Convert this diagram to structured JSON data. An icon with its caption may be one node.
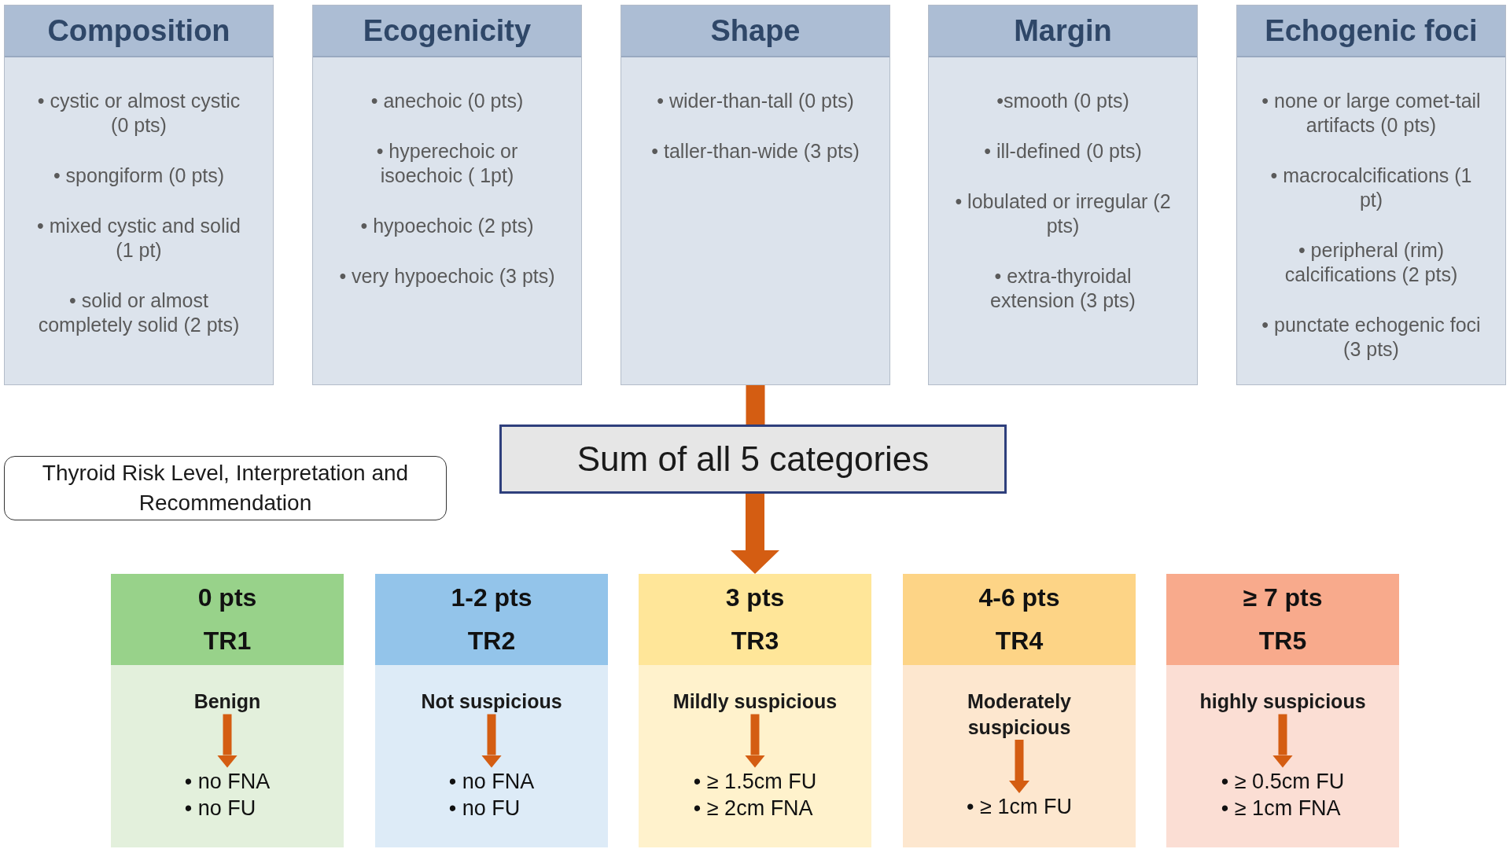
{
  "diagram": {
    "nodes": [
      {
        "text": [
          "Composition",
          "• cystic or almost cystic (0 pts)",
          "• spongiform (0 pts)",
          "• mixed cystic and solid (1 pt)",
          "• solid or almost completely solid (2 pts)"
        ]
      },
      {
        "text": [
          "Ecogenicity",
          "• anechoic (0 pts)",
          "• hyperechoic or isoechoic ( 1pt)",
          "• hypoechoic (2 pts)",
          "• very hypoechoic (3 pts)"
        ]
      },
      {
        "text": [
          "Shape",
          "• wider-than-tall (0 pts)",
          "• taller-than-wide (3 pts)"
        ]
      },
      {
        "text": [
          "Margin",
          "•smooth (0 pts)",
          "• ill-defined (0 pts)",
          "• lobulated or irregular (2 pts)",
          "• extra-thyroidal extension (3 pts)"
        ]
      },
      {
        "text": [
          "Echogenic foci",
          "• none or large comet-tail artifacts (0 pts)",
          "• macrocalcifications (1 pt)",
          "• peripheral (rim) calcifications (2 pts)",
          "• punctate echogenic foci (3 pts)"
        ]
      },
      {
        "text": [
          "Thyroid Risk Level, Interpretation and Recommendation"
        ]
      },
      {
        "text": [
          "Sum of all 5 categories"
        ]
      },
      {
        "text": [
          "0 pts",
          "TR1"
        ]
      },
      {
        "text": [
          "Benign"
        ],
        "in": 7
      },
      {
        "text": [
          "• no FNA",
          "• no FU"
        ],
        "in": 7
      },
      {
        "text": [
          "1-2 pts",
          "TR2"
        ]
      },
      {
        "text": [
          "Not suspicious"
        ],
        "in": 10
      },
      {
        "text": [
          "• no FNA",
          "• no FU"
        ],
        "in": 10
      },
      {
        "text": [
          "3 pts",
          "TR3"
        ]
      },
      {
        "text": [
          "Mildly suspicious"
        ],
        "in": 13
      },
      {
        "text": [
          "• ≥ 1.5cm FU",
          "• ≥ 2cm FNA"
        ],
        "in": 13
      },
      {
        "text": [
          "4-6 pts",
          "TR4"
        ]
      },
      {
        "text": [
          "Moderately suspicious"
        ],
        "in": 16
      },
      {
        "text": [
          "• ≥ 1cm FU"
        ],
        "in": 16
      },
      {
        "text": [
          "≥ 7 pts",
          "TR5"
        ]
      },
      {
        "text": [
          "highly suspicious"
        ],
        "in": 19
      },
      {
        "text": [
          "• ≥ 0.5cm FU",
          "• ≥ 1cm FNA"
        ],
        "in": 19
      }
    ],
    "edges": [
      {
        "from": 2,
        "to": 6,
        "arrow": "none",
        "style": "thick"
      },
      {
        "from": 6,
        "to": 13,
        "arrow": "to",
        "style": "thick"
      },
      {
        "from": 8,
        "to": 9,
        "arrow": "to"
      },
      {
        "from": 11,
        "to": 12,
        "arrow": "to"
      },
      {
        "from": 14,
        "to": 15,
        "arrow": "to"
      },
      {
        "from": 17,
        "to": 18,
        "arrow": "to"
      },
      {
        "from": 20,
        "to": 21,
        "arrow": "to"
      }
    ]
  }
}
